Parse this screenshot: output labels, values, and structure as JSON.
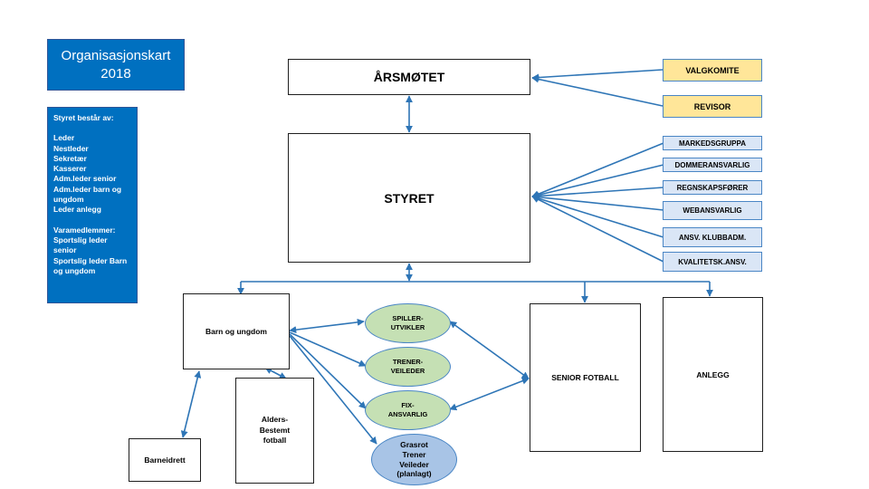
{
  "title": "Organisasjonskart\n2018",
  "board_info": {
    "heading": "Styret består av:",
    "members": [
      "Leder",
      "Nestleder",
      "Sekretær",
      "Kasserer",
      "Adm.leder senior",
      "Adm.leder barn og ungdom",
      "Leder anlegg"
    ],
    "deputies_heading": "Varamedlemmer:",
    "deputies": [
      "Sportslig leder senior",
      "Sportslig leder Barn og ungdom"
    ]
  },
  "nodes": {
    "arsmotet": "ÅRSMØTET",
    "styret": "STYRET",
    "valgkomite": "VALGKOMITE",
    "revisor": "REVISOR",
    "markedsgruppa": "MARKEDSGRUPPA",
    "dommeransvarlig": "DOMMERANSVARLIG",
    "regnskapsforer": "REGNSKAPSFØRER",
    "webansvarlig": "WEBANSVARLIG",
    "ansv_klubbadm": "ANSV. KLUBBADM.",
    "kvalitetsk_ansv": "KVALITETSK.ANSV.",
    "barn_og_ungdom": "Barn og ungdom",
    "barneidrett": "Barneidrett",
    "aldersbestemt": "Alders-\nBestemt\nfotball",
    "spillerutvikler": "SPILLER-\nUTVIKLER",
    "trenerveileder": "TRENER-\nVEILEDER",
    "fixansvarlig": "FIX-\nANSVARLIG",
    "grasrot": "Grasrot\nTrener\nVeileder\n(planlagt)",
    "senior_fotball": "SENIOR FOTBALL",
    "anlegg": "ANLEGG"
  },
  "colors": {
    "title_fill": "#0070c0",
    "connector": "#2e75b6",
    "yellow_fill": "#ffe699",
    "light_blue_fill": "#dae6f6",
    "green_fill": "#c5e0b4",
    "oval_blue_fill": "#a8c4e6"
  }
}
